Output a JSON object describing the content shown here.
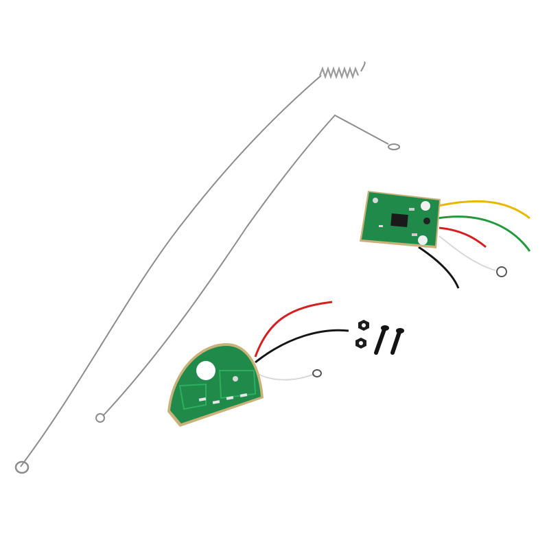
{
  "scene": {
    "background": "#ffffff",
    "objects": [
      "antenna-with-spring",
      "antenna-straight",
      "receiver-board",
      "transmitter-board",
      "hex-nuts",
      "screws"
    ]
  },
  "colors": {
    "pcb_green": "#1f8a4a",
    "pcb_edge": "#c9b27a",
    "wire_red": "#d62020",
    "wire_black": "#151515",
    "wire_white": "#f4f4f4",
    "wire_yellow": "#e8b800",
    "wire_green": "#1e9a3a",
    "metal": "#9a9a9a"
  }
}
